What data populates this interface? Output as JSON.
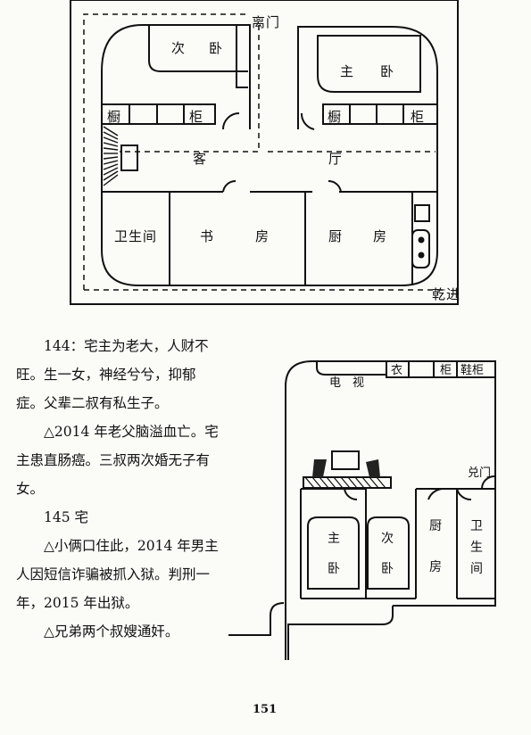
{
  "plan1": {
    "labels": {
      "li_gate": "离门",
      "second_bed": [
        "次",
        "卧"
      ],
      "master_bed": [
        "主",
        "卧"
      ],
      "cabinet_left": [
        "橱",
        "柜"
      ],
      "cabinet_right": [
        "橱",
        "柜"
      ],
      "living": [
        "客",
        "厅"
      ],
      "bathroom": "卫生间",
      "study": [
        "书",
        "房"
      ],
      "kitchen": [
        "厨",
        "房"
      ],
      "qian_entry": "乾进"
    }
  },
  "plan2": {
    "labels": {
      "tv": [
        "电",
        "视"
      ],
      "cabinet": [
        "衣",
        "柜"
      ],
      "shoe_cabinet": "鞋柜",
      "dui_gate": "兑门",
      "master_bed": [
        "主",
        "卧"
      ],
      "second_bed": [
        "次",
        "卧"
      ],
      "kitchen": [
        "厨",
        "房"
      ],
      "bathroom": [
        "卫",
        "生",
        "间"
      ]
    }
  },
  "text": {
    "p1": "144：宅主为老大，人财不旺。生一女，神经兮兮，抑郁症。父辈二叔有私生子。",
    "p2": "△2014 年老父脑溢血亡。宅主患直肠癌。三叔两次婚无子有女。",
    "p3": "145 宅",
    "p4": "△小俩口住此，2014 年男主人因短信诈骗被抓入狱。判刑一年，2015 年出狱。",
    "p5": "△兄弟两个叔嫂通奸。"
  },
  "page_number": "151"
}
